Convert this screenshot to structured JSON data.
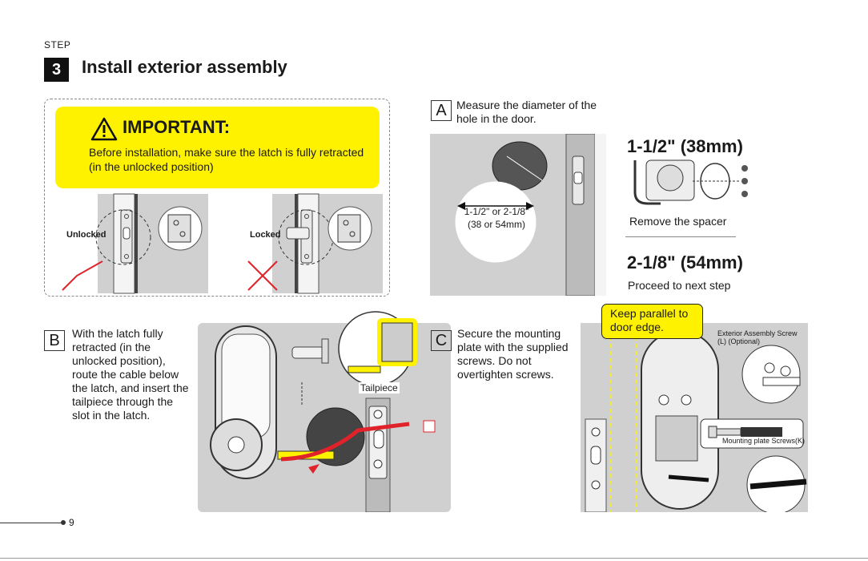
{
  "header": {
    "step_label": "STEP",
    "step_number": "3",
    "title": "Install exterior assembly"
  },
  "important": {
    "heading": "IMPORTANT:",
    "body": "Before installation, make sure the latch is fully retracted (in the unlocked position)",
    "unlocked_label": "Unlocked",
    "locked_label": "Locked"
  },
  "section_a": {
    "letter": "A",
    "text": "Measure the diameter of the hole in the door.",
    "measure_line1": "1-1/2\" or 2-1/8\"",
    "measure_line2": "(38 or 54mm)",
    "size_small": "1-1/2\" (38mm)",
    "size_small_note": "Remove the spacer",
    "size_large": "2-1/8\" (54mm)",
    "size_large_note": "Proceed to next step"
  },
  "section_b": {
    "letter": "B",
    "text": "With the latch fully retracted (in the unlocked position), route the cable below the latch, and insert the tailpiece through the slot in the latch.",
    "tailpiece_label": "Tailpiece"
  },
  "section_c": {
    "letter": "C",
    "text": "Secure the mounting plate with the supplied screws. Do not overtighten screws.",
    "callout": "Keep parallel to door edge.",
    "exterior_label": "Exterior Assembly Screw (L) (Optional)",
    "mounting_label": "Mounting plate Screws(K)"
  },
  "footer": {
    "page_number": "9"
  },
  "colors": {
    "highlight": "#fff200",
    "check": "#e0232a",
    "panel_gray": "#d0d0d0"
  }
}
